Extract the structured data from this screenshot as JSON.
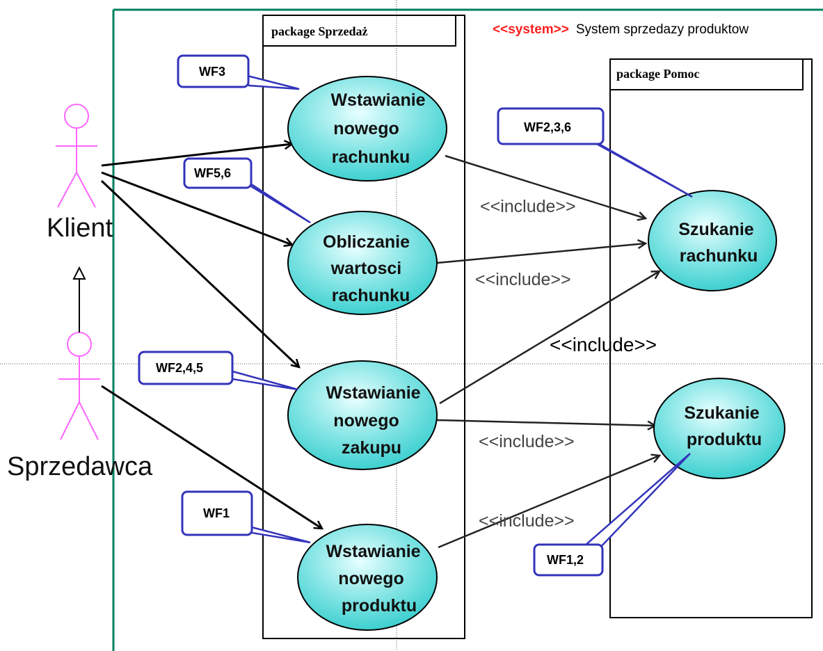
{
  "system": {
    "stereotype": "<<system>>",
    "name": "System sprzedazy produktow",
    "frame_color": "#008060"
  },
  "packages": {
    "sales": {
      "label": "package Sprzedaż"
    },
    "help": {
      "label": "package Pomoc"
    }
  },
  "actors": {
    "client": {
      "name": "Klient",
      "color": "#ff66ff"
    },
    "seller": {
      "name": "Sprzedawca",
      "color": "#ff66ff"
    }
  },
  "use_cases": [
    {
      "id": "uc1",
      "lines": [
        "Wstawianie",
        "nowego",
        "rachunku"
      ]
    },
    {
      "id": "uc2",
      "lines": [
        "Obliczanie",
        "wartosci",
        "rachunku"
      ]
    },
    {
      "id": "uc3",
      "lines": [
        "Wstawianie",
        "nowego",
        "zakupu"
      ]
    },
    {
      "id": "uc4",
      "lines": [
        "Wstawianie",
        "nowego",
        "produktu"
      ]
    },
    {
      "id": "uc5",
      "lines": [
        "Szukanie",
        "rachunku"
      ]
    },
    {
      "id": "uc6",
      "lines": [
        "Szukanie",
        "produktu"
      ]
    }
  ],
  "include_labels": [
    "<<include>>",
    "<<include>>",
    "<<include>>",
    "<<include>>",
    "<<include>>"
  ],
  "notes": [
    "WF3",
    "WF5,6",
    "WF2,4,5",
    "WF1",
    "WF2,3,6",
    "WF1,2"
  ],
  "colors": {
    "use_case_fill": "#66dddd",
    "note_border": "#3333bb",
    "stereotype": "#ff2020"
  }
}
